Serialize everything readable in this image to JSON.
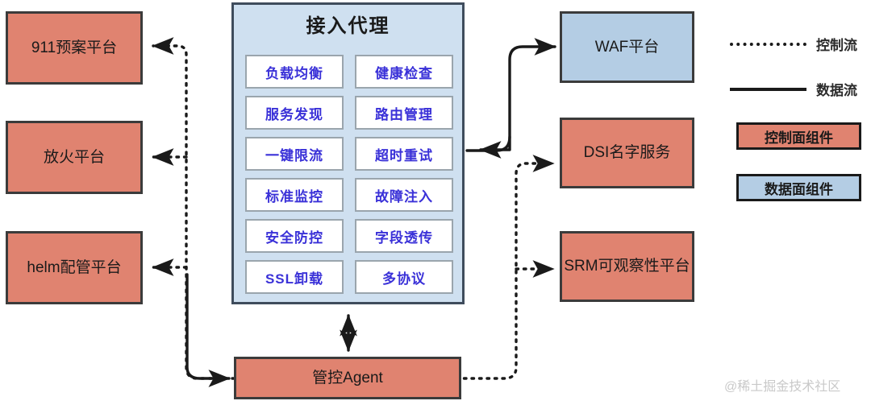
{
  "diagram": {
    "title_panel": "接入代理",
    "control_plane_nodes": [
      {
        "id": "node-911",
        "label": "911预案平台"
      },
      {
        "id": "node-fire",
        "label": "放火平台"
      },
      {
        "id": "node-helm",
        "label": "helm配管平台"
      },
      {
        "id": "node-dsi",
        "label": "DSI名字服务"
      },
      {
        "id": "node-srm",
        "label": "SRM可观察性平台"
      },
      {
        "id": "node-agent",
        "label": "管控Agent"
      }
    ],
    "data_plane_nodes": [
      {
        "id": "node-waf",
        "label": "WAF平台"
      }
    ],
    "proxy_capabilities": [
      "负载均衡",
      "健康检查",
      "服务发现",
      "路由管理",
      "一键限流",
      "超时重试",
      "标准监控",
      "故障注入",
      "安全防控",
      "字段透传",
      "SSL卸载",
      "多协议"
    ],
    "legend": {
      "control_flow": "控制流",
      "data_flow": "数据流",
      "control_plane_chip": "控制面组件",
      "data_plane_chip": "数据面组件"
    },
    "colors": {
      "control_plane_fill": "#e08370",
      "data_plane_fill": "#b4cde4",
      "proxy_panel_fill": "#cfe0f0",
      "capability_text": "#3a31d8",
      "border": "#3b3b3b"
    },
    "watermark": "@稀土掘金技术社区"
  }
}
